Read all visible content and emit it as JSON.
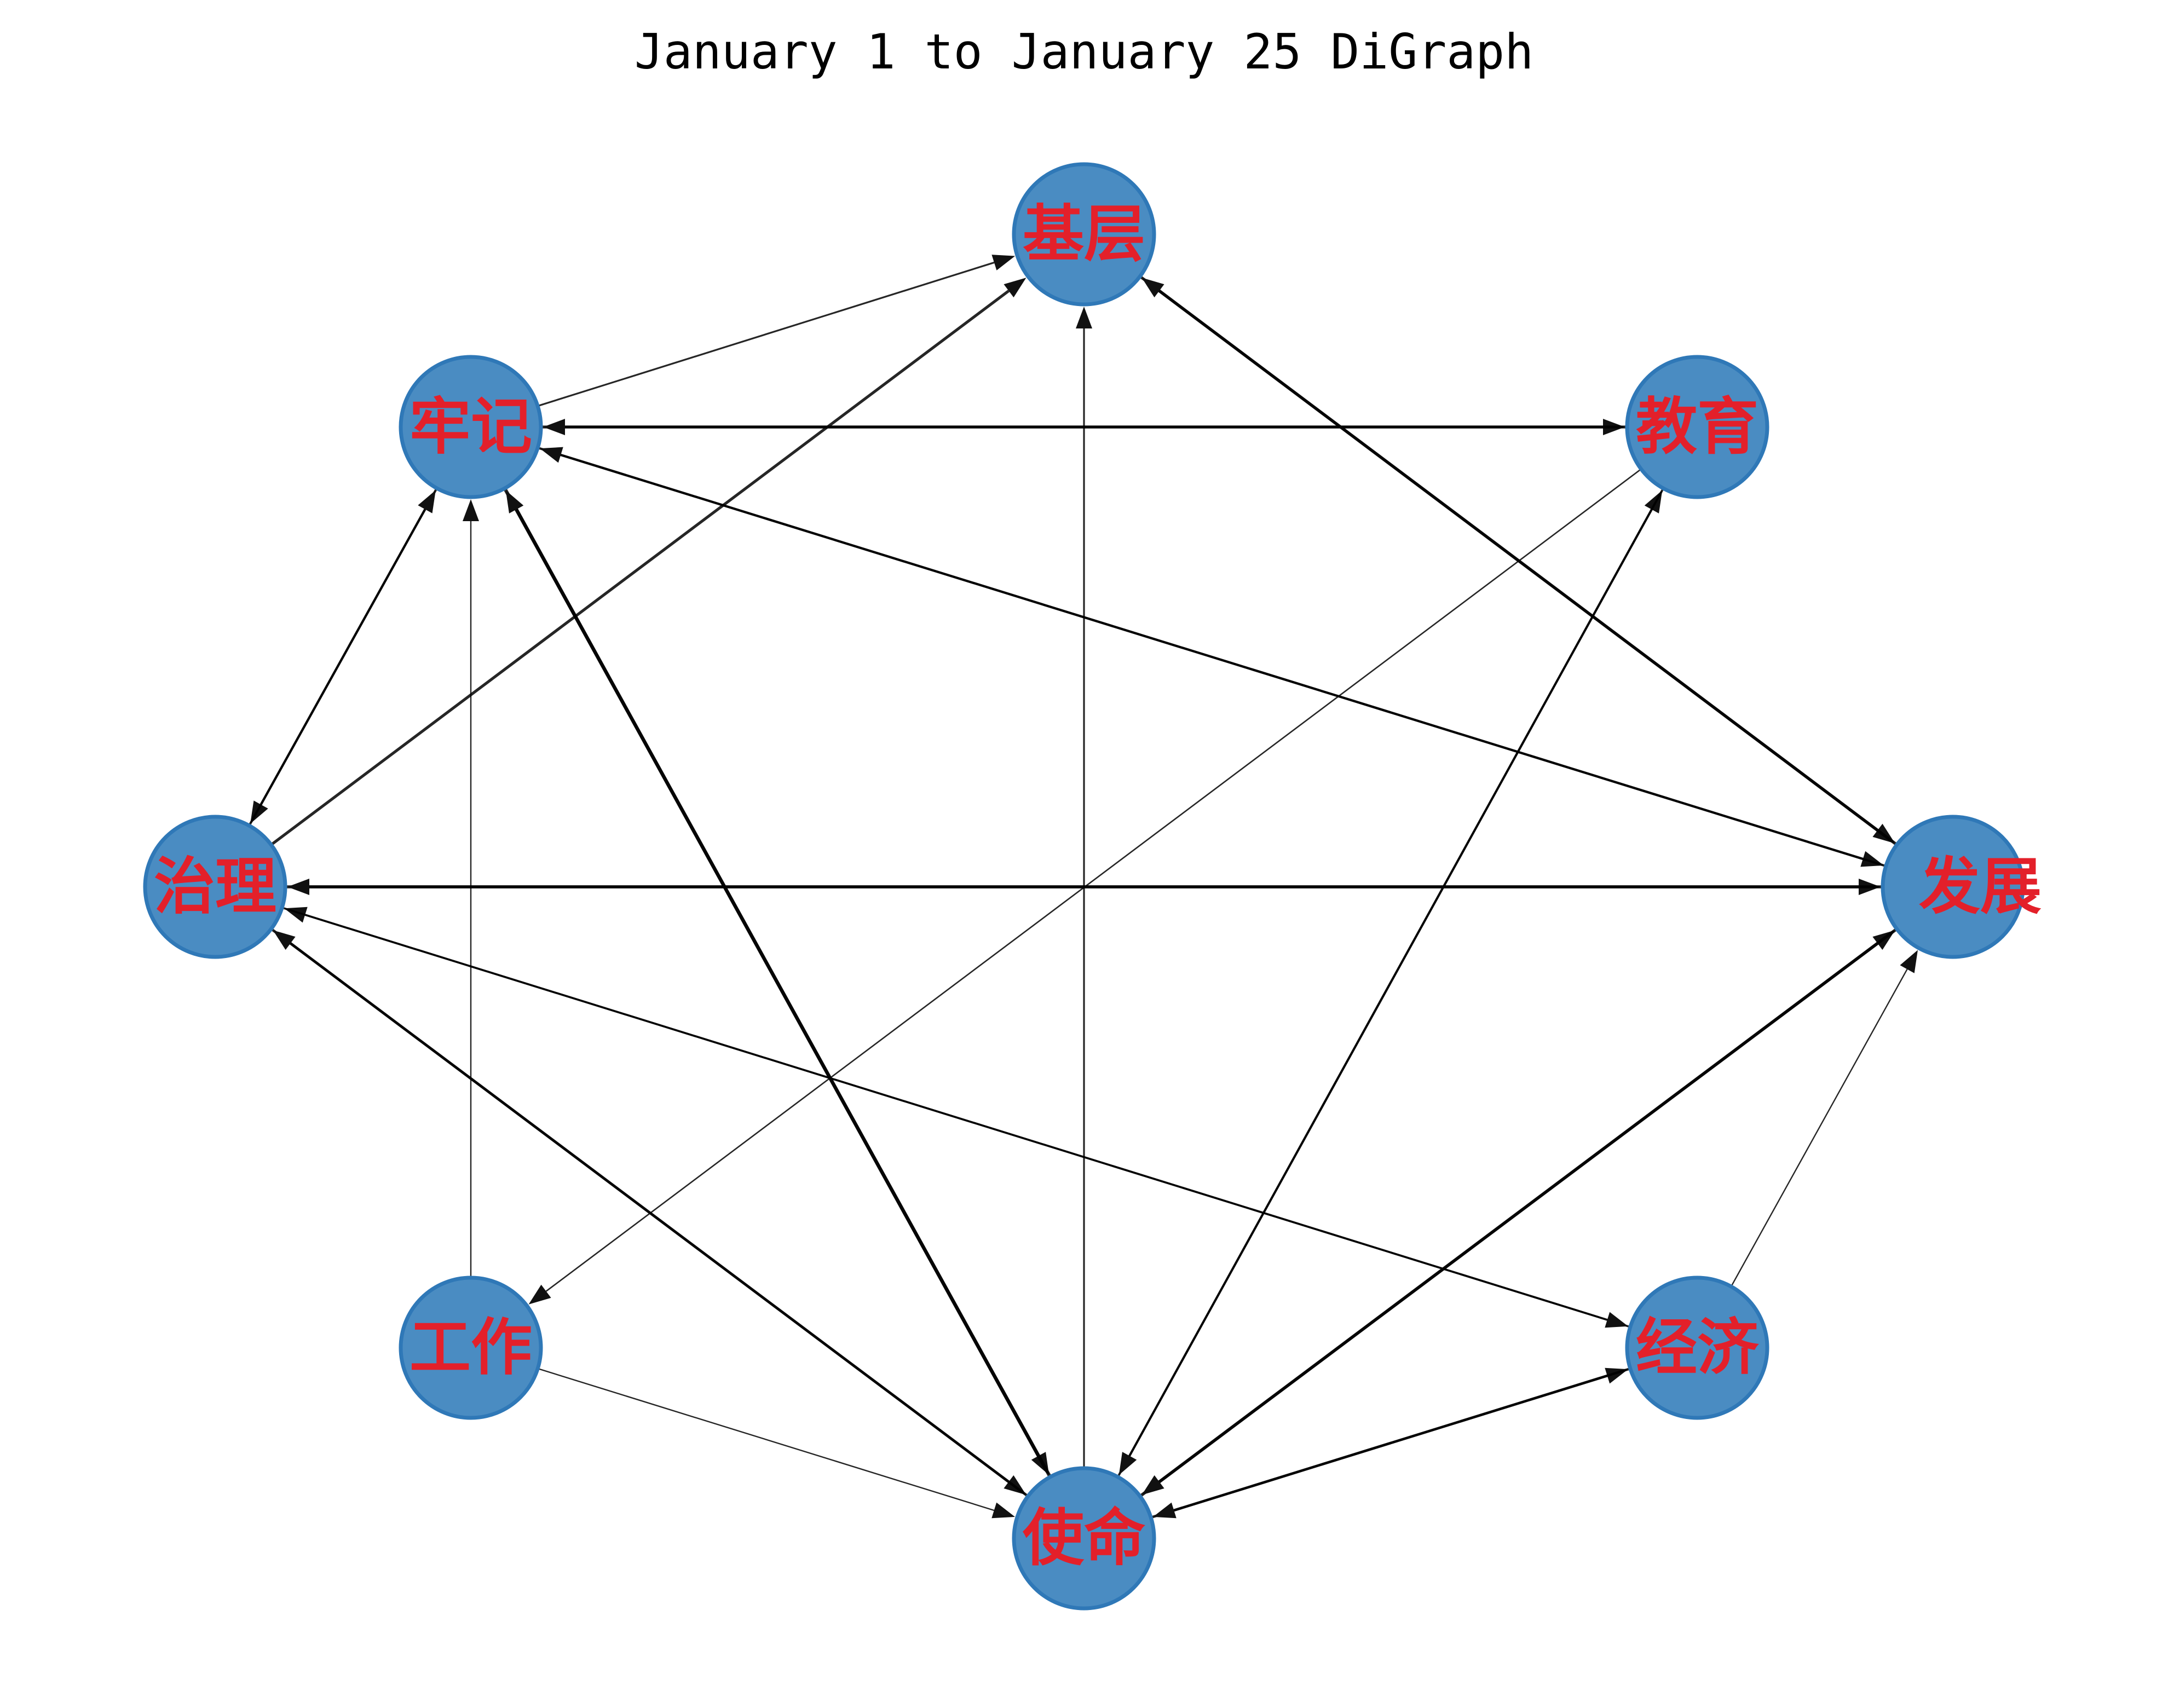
{
  "title": "January 1 to January 25  DiGraph",
  "colors": {
    "node_fill": "#4a8cc2",
    "node_stroke": "#2f78b7",
    "label": "#e3202a",
    "edge": "#000000",
    "background": "#ffffff"
  },
  "nodes": [
    {
      "id": "jiceng",
      "label": "基层"
    },
    {
      "id": "laoji",
      "label": "牢记"
    },
    {
      "id": "jiaoyu",
      "label": "教育"
    },
    {
      "id": "zhili",
      "label": "治理"
    },
    {
      "id": "fazhan",
      "label": "发展"
    },
    {
      "id": "gongzuo",
      "label": "工作"
    },
    {
      "id": "jingji",
      "label": "经济"
    },
    {
      "id": "shiming",
      "label": "使命"
    }
  ],
  "edges": [
    {
      "source": "laoji",
      "target": "jiceng"
    },
    {
      "source": "zhili",
      "target": "jiceng"
    },
    {
      "source": "shiming",
      "target": "jiceng"
    },
    {
      "source": "jiceng",
      "target": "fazhan"
    },
    {
      "source": "fazhan",
      "target": "jiceng"
    },
    {
      "source": "laoji",
      "target": "jiaoyu"
    },
    {
      "source": "jiaoyu",
      "target": "laoji"
    },
    {
      "source": "laoji",
      "target": "fazhan"
    },
    {
      "source": "fazhan",
      "target": "laoji"
    },
    {
      "source": "laoji",
      "target": "zhili"
    },
    {
      "source": "zhili",
      "target": "laoji"
    },
    {
      "source": "laoji",
      "target": "shiming"
    },
    {
      "source": "shiming",
      "target": "laoji"
    },
    {
      "source": "gongzuo",
      "target": "laoji"
    },
    {
      "source": "zhili",
      "target": "fazhan"
    },
    {
      "source": "fazhan",
      "target": "zhili"
    },
    {
      "source": "zhili",
      "target": "shiming"
    },
    {
      "source": "shiming",
      "target": "zhili"
    },
    {
      "source": "jingji",
      "target": "zhili"
    },
    {
      "source": "zhili",
      "target": "jingji"
    },
    {
      "source": "shiming",
      "target": "jiaoyu"
    },
    {
      "source": "jiaoyu",
      "target": "shiming"
    },
    {
      "source": "jiaoyu",
      "target": "gongzuo"
    },
    {
      "source": "shiming",
      "target": "fazhan"
    },
    {
      "source": "fazhan",
      "target": "shiming"
    },
    {
      "source": "jingji",
      "target": "fazhan"
    },
    {
      "source": "shiming",
      "target": "jingji"
    },
    {
      "source": "jingji",
      "target": "shiming"
    },
    {
      "source": "gongzuo",
      "target": "shiming"
    }
  ]
}
